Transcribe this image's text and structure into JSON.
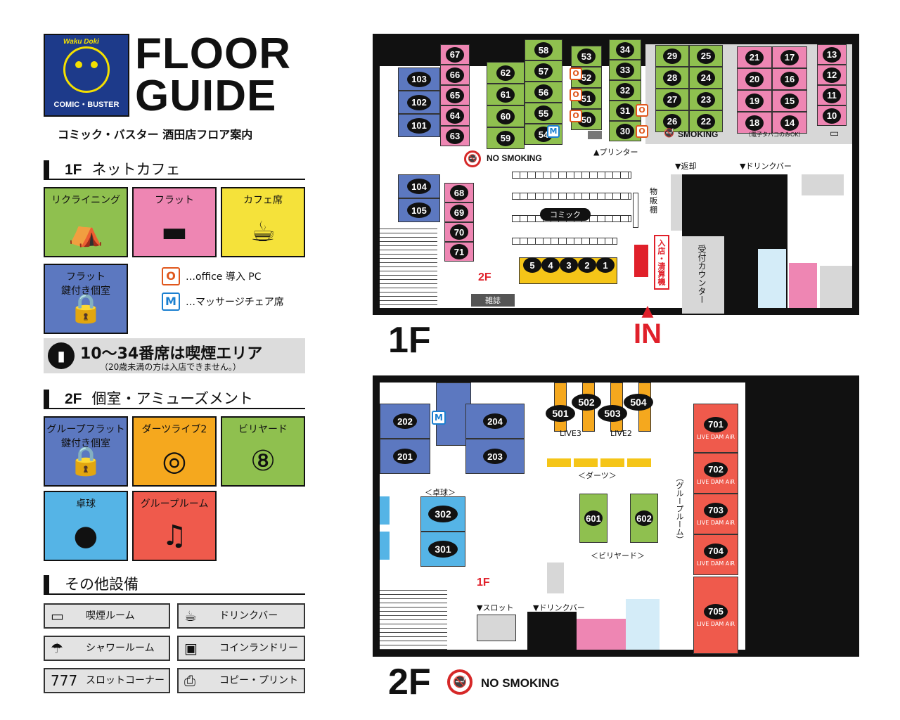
{
  "logo": {
    "top": "Waku Doki",
    "bottom": "COMIC・BUSTER"
  },
  "title": {
    "line1": "FLOOR",
    "line2": "GUIDE",
    "subtitle": "コミック・バスター 酒田店フロア案内"
  },
  "floor1": {
    "label": "1F",
    "name": "ネットカフェ"
  },
  "floor2": {
    "label": "2F",
    "name": "個室・アミューズメント"
  },
  "other": {
    "label": "その他設備"
  },
  "tiles1": [
    {
      "label": "リクライニング",
      "color": "#8fc04f",
      "icon": "recliner-icon"
    },
    {
      "label": "フラット",
      "color": "#ee86b3",
      "icon": "lying-person-icon"
    },
    {
      "label": "カフェ席",
      "color": "#f5e23a",
      "icon": "cafe-seat-icon"
    },
    {
      "label": "フラット\n鍵付き個室",
      "color": "#5c78c0",
      "icon": "locked-flat-icon"
    }
  ],
  "legend": {
    "office": "…office 導入 PC",
    "office_mark": "O",
    "massage": "…マッサージチェア席",
    "massage_mark": "M"
  },
  "smoking_note": {
    "main": "10～34番席は喫煙エリア",
    "sub": "（20歳未満の方は入店できません。）"
  },
  "tiles2": [
    {
      "label": "グループフラット\n鍵付き個室",
      "color": "#5c78c0",
      "icon": "group-flat-icon"
    },
    {
      "label": "ダーツライブ2",
      "color": "#f5a81e",
      "icon": "dartboard-icon"
    },
    {
      "label": "ビリヤード",
      "color": "#8fc04f",
      "icon": "billiard-ball-icon"
    },
    {
      "label": "卓球",
      "color": "#55b4e6",
      "icon": "ping-pong-icon"
    },
    {
      "label": "グループルーム",
      "color": "#ef5a4c",
      "icon": "family-icon"
    }
  ],
  "equipment": [
    {
      "label": "喫煙ルーム",
      "icon": "cigarette-icon"
    },
    {
      "label": "ドリンクバー",
      "icon": "drink-icon"
    },
    {
      "label": "シャワールーム",
      "icon": "shower-icon"
    },
    {
      "label": "コインランドリー",
      "icon": "washer-icon"
    },
    {
      "label": "スロットコーナー",
      "icon": "slot-icon"
    },
    {
      "label": "コピー・プリント",
      "icon": "printer-icon"
    }
  ],
  "map1": {
    "floor_label": "1F",
    "in_label": "IN",
    "no_smoking": "NO SMOKING",
    "smoking": "SMOKING",
    "smoking_note": "（電子タバコのみOK）",
    "printer": "▲プリンター",
    "return": "▼返却",
    "drinkbar": "▼ドリンクバー",
    "goods": "物販棚",
    "comic": "コミック",
    "magazine": "雑誌",
    "reception": "受付カウンター",
    "checkout": "入店・清算機",
    "to2f": "2F",
    "col_blue1": [
      "103",
      "102",
      "101"
    ],
    "col_pink1": [
      "67",
      "66",
      "65",
      "64",
      "63"
    ],
    "col_green1": [
      "62",
      "61",
      "60",
      "59"
    ],
    "col_green2": [
      "58",
      "57",
      "56",
      "55",
      "54"
    ],
    "col_green3": [
      "53",
      "52",
      "51",
      "50"
    ],
    "col_green4": [
      "34",
      "33",
      "32",
      "31",
      "30"
    ],
    "col_green5": [
      "29",
      "28",
      "27",
      "26"
    ],
    "col_green6": [
      "25",
      "24",
      "23",
      "22"
    ],
    "col_pink2": [
      "21",
      "20",
      "19",
      "18"
    ],
    "col_pink3": [
      "17",
      "16",
      "15",
      "14"
    ],
    "col_pink4": [
      "13",
      "12",
      "11",
      "10"
    ],
    "col_blue2": [
      "104",
      "105"
    ],
    "col_pink5": [
      "68",
      "69",
      "70",
      "71"
    ],
    "cafe": [
      "5",
      "4",
      "3",
      "2",
      "1"
    ]
  },
  "map2": {
    "floor_label": "2F",
    "no_smoking": "NO SMOKING",
    "rooms_left": [
      "202",
      "201"
    ],
    "rooms_mid": [
      "204",
      "203"
    ],
    "pingpong": "＜卓球＞",
    "pp_tables": [
      "302",
      "301"
    ],
    "darts": [
      "501",
      "502",
      "503",
      "504"
    ],
    "live3": "LIVE3",
    "live2": "LIVE2",
    "darts_label": "＜ダーツ＞",
    "billiards": [
      "601",
      "602"
    ],
    "billiards_label": "＜ビリヤード＞",
    "group_label": "（グループルーム）",
    "group_rooms": [
      "701",
      "702",
      "703",
      "704",
      "705"
    ],
    "karaoke": "LIVE DAM AiR",
    "slot": "▼スロット",
    "drinkbar": "▼ドリンクバー",
    "to1f": "1F",
    "massage_mark": "M"
  }
}
